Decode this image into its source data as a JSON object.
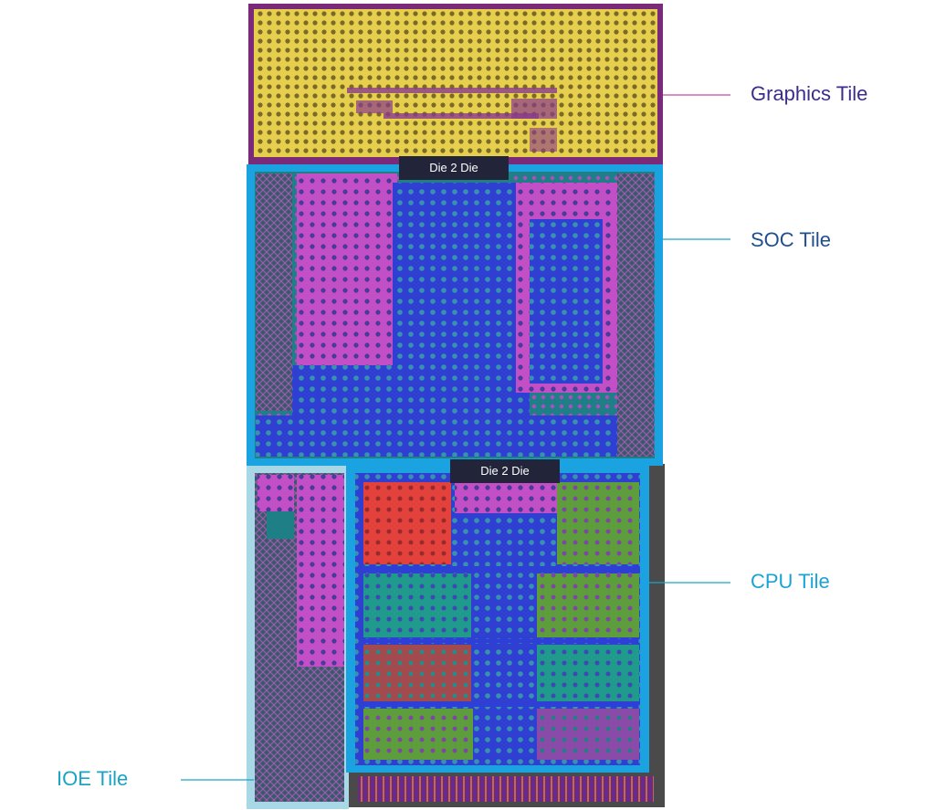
{
  "labels": {
    "graphics": "Graphics Tile",
    "soc": "SOC Tile",
    "cpu": "CPU Tile",
    "ioe": "IOE Tile"
  },
  "die_links": [
    "Die 2 Die",
    "Die 2 Die"
  ],
  "colors": {
    "graphics_tile_fill": "#e6cf4d",
    "graphics_tile_border": "#7a2a78",
    "soc_tile_border": "#1aa3e0",
    "cpu_tile_border": "#1aa3e0",
    "ioe_tile_border": "#a8d8e6",
    "package_border": "#4a4a4a",
    "magenta": "#c850c8",
    "blue": "#2e3fd6",
    "teal": "#1e8f8f",
    "red": "#e23a3a",
    "green": "#5a9b3a",
    "brown": "#a04a4a"
  }
}
